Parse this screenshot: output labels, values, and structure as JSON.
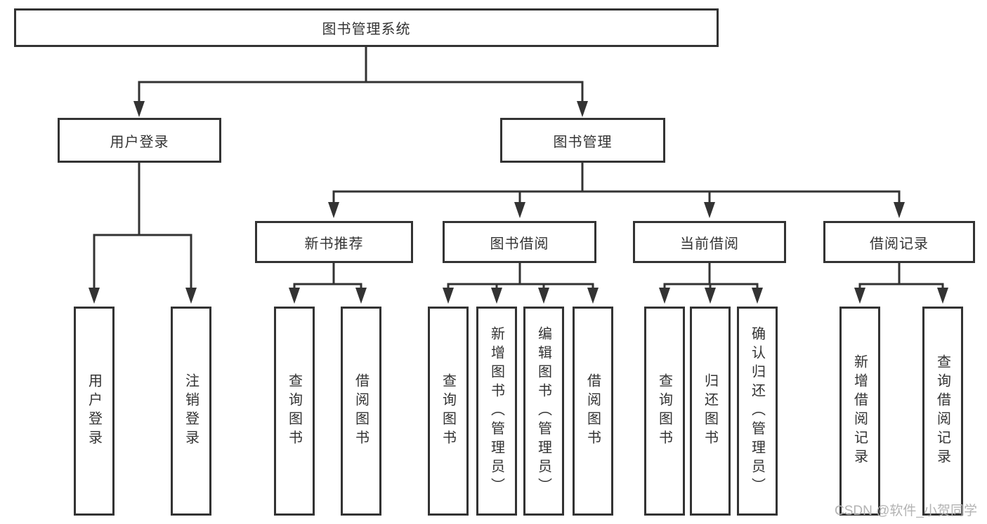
{
  "diagram": {
    "root": {
      "label": "图书管理系统"
    },
    "branches": [
      {
        "label": "用户登录",
        "children": [
          "用户登录",
          "注销登录"
        ]
      },
      {
        "label": "图书管理",
        "children": [
          {
            "label": "新书推荐",
            "children": [
              "查询图书",
              "借阅图书"
            ]
          },
          {
            "label": "图书借阅",
            "children": [
              "查询图书",
              "新增图书（管理员）",
              "编辑图书（管理员）",
              "借阅图书"
            ]
          },
          {
            "label": "当前借阅",
            "children": [
              "查询图书",
              "归还图书",
              "确认归还（管理员）"
            ]
          },
          {
            "label": "借阅记录",
            "children": [
              "新增借阅记录",
              "查询借阅记录"
            ]
          }
        ]
      }
    ]
  },
  "watermark": {
    "text": "CSDN @软件_小贺同学"
  },
  "colors": {
    "line": "#333333",
    "box_border": "#333333",
    "text": "#333333",
    "background": "#ffffff",
    "watermark": "#b3b3b3"
  }
}
